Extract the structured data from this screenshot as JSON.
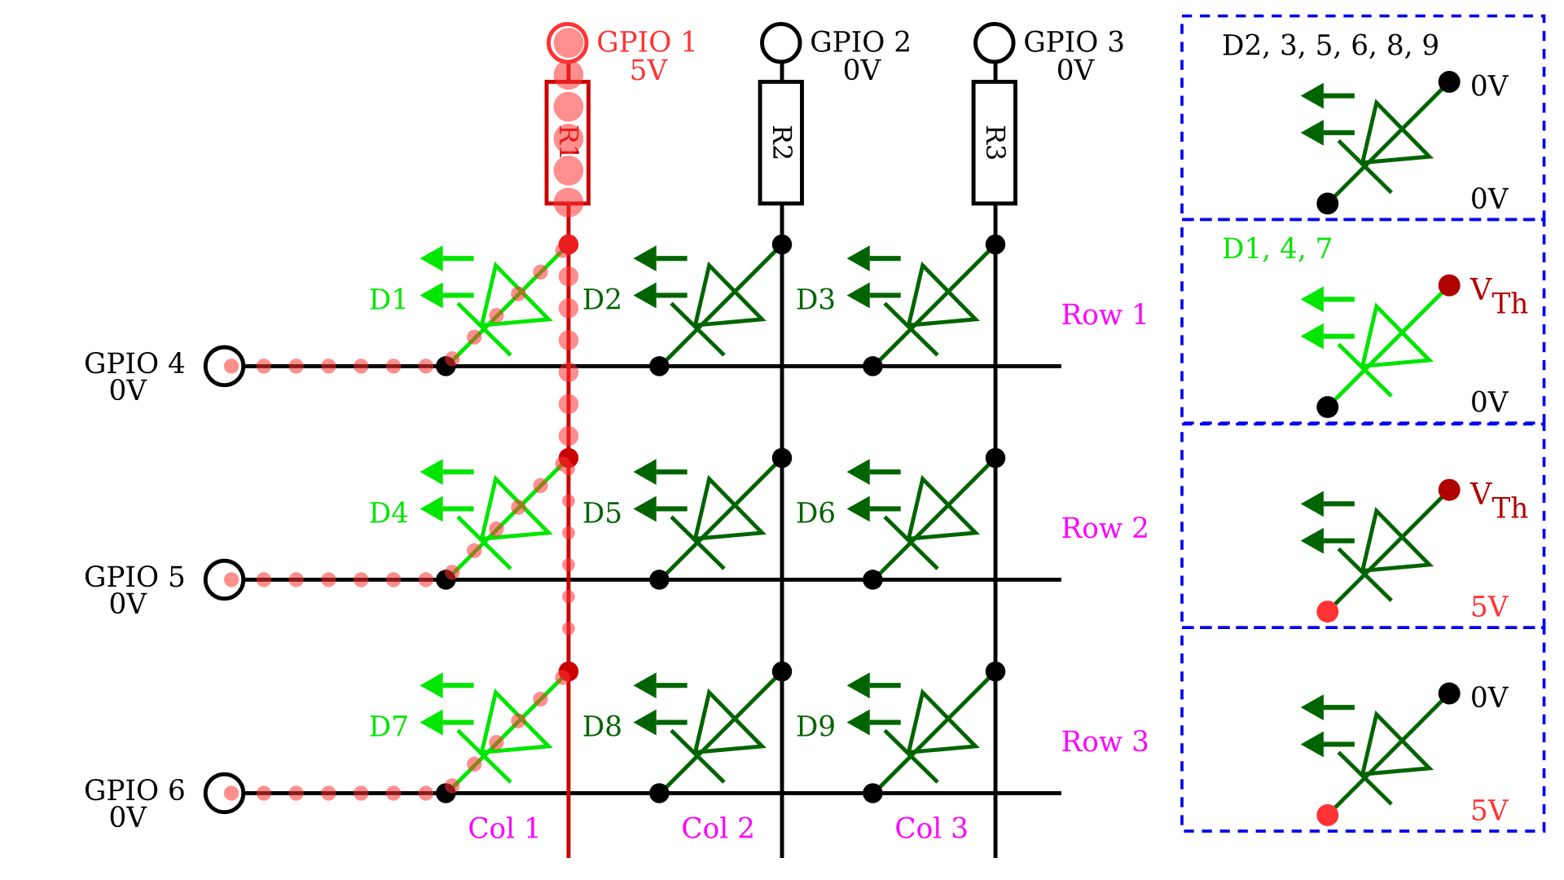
{
  "colors": {
    "active_red": "#cc0000",
    "dot_red": "#ff3333",
    "bright_green": "#00e600",
    "dark_green": "#006400",
    "magenta": "#ff00ff",
    "legend_blue": "#0000ee",
    "dark_red": "#b00000"
  },
  "columns": [
    {
      "gpio": "GPIO 1",
      "voltage": "5V",
      "resistor": "R1",
      "label": "Col 1",
      "active": true
    },
    {
      "gpio": "GPIO 2",
      "voltage": "0V",
      "resistor": "R2",
      "label": "Col 2",
      "active": false
    },
    {
      "gpio": "GPIO 3",
      "voltage": "0V",
      "resistor": "R3",
      "label": "Col 3",
      "active": false
    }
  ],
  "rows": [
    {
      "gpio": "GPIO 4",
      "voltage": "0V",
      "label": "Row 1"
    },
    {
      "gpio": "GPIO 5",
      "voltage": "0V",
      "label": "Row 2"
    },
    {
      "gpio": "GPIO 6",
      "voltage": "0V",
      "label": "Row 3"
    }
  ],
  "diodes": [
    {
      "label": "D1",
      "lit": true
    },
    {
      "label": "D2",
      "lit": false
    },
    {
      "label": "D3",
      "lit": false
    },
    {
      "label": "D4",
      "lit": true
    },
    {
      "label": "D5",
      "lit": false
    },
    {
      "label": "D6",
      "lit": false
    },
    {
      "label": "D7",
      "lit": true
    },
    {
      "label": "D8",
      "lit": false
    },
    {
      "label": "D9",
      "lit": false
    }
  ],
  "legend": [
    {
      "title": "D2, 3, 5, 6, 8, 9",
      "top_label": "0V",
      "top_sub": "",
      "bottom_label": "0V",
      "lit": false,
      "top_color": "#000000",
      "bottom_color": "#000000",
      "bottom_label_color": "#000000"
    },
    {
      "title": "D1, 4, 7",
      "top_label": "V",
      "top_sub": "Th",
      "bottom_label": "0V",
      "lit": true,
      "top_color": "#b00000",
      "bottom_color": "#000000",
      "bottom_label_color": "#000000"
    },
    {
      "title": "",
      "top_label": "V",
      "top_sub": "Th",
      "bottom_label": "5V",
      "lit": false,
      "top_color": "#b00000",
      "bottom_color": "#ff3333",
      "bottom_label_color": "#ff3333"
    },
    {
      "title": "",
      "top_label": "0V",
      "top_sub": "",
      "bottom_label": "5V",
      "lit": false,
      "top_color": "#000000",
      "bottom_color": "#ff3333",
      "bottom_label_color": "#ff3333"
    }
  ]
}
